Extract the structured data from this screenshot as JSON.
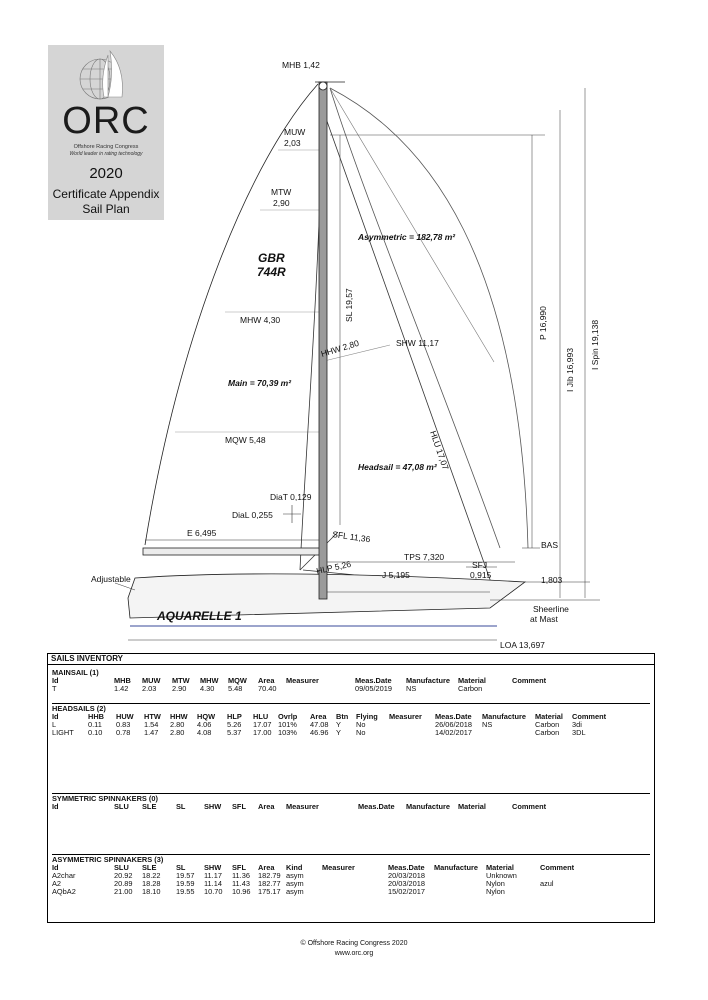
{
  "logo": {
    "brand": "ORC",
    "tagline": "Offshore Racing Congress",
    "slogan": "World leader in rating technology",
    "year": "2020",
    "appendix_line1": "Certificate Appendix",
    "appendix_line2": "Sail Plan"
  },
  "plan": {
    "mhb": "MHB 1,42",
    "muw": "MUW",
    "muw_val": "2,03",
    "mtw": "MTW",
    "mtw_val": "2,90",
    "mhw": "MHW 4,30",
    "mqw": "MQW 5,48",
    "sail_no_1": "GBR",
    "sail_no_2": "744R",
    "main_area": "Main = 70,39 m²",
    "asym_area": "Asymmetric = 182,78 m²",
    "head_area": "Headsail = 47,08 m²",
    "sl": "SL 19,57",
    "hhw": "HHW 2,80",
    "shw": "SHW 11,17",
    "hlu": "HLU 17,07",
    "p": "P 16,990",
    "i_jib": "I Jib 16,993",
    "i_spin": "I Spin 19,138",
    "diat": "DiaT 0,129",
    "dial": "DiaL 0,255",
    "e": "E 6,495",
    "sfl": "SFL 11,36",
    "tps": "TPS 7,320",
    "bas_label": "BAS",
    "bas_val": "1,803",
    "hlp": "HLP 5,26",
    "j": "J 5,195",
    "sfj_label": "SFJ",
    "sfj_val": "0,915",
    "adjustable": "Adjustable",
    "boat_name": "AQUARELLE 1",
    "sheerline1": "Sheerline",
    "sheerline2": "at Mast",
    "loa": "LOA 13,697"
  },
  "inventory": {
    "title": "SAILS INVENTORY",
    "mainsail": {
      "heading": "MAINSAIL (1)",
      "headers": [
        "Id",
        "MHB",
        "MUW",
        "MTW",
        "MHW",
        "MQW",
        "Area",
        "Measurer",
        "Meas.Date",
        "Manufacture",
        "Material",
        "Comment"
      ],
      "rows": [
        [
          "T",
          "1.42",
          "2.03",
          "2.90",
          "4.30",
          "5.48",
          "70.40",
          "",
          "09/05/2019",
          "NS",
          "Carbon",
          ""
        ]
      ]
    },
    "headsails": {
      "heading": "HEADSAILS (2)",
      "headers": [
        "Id",
        "HHB",
        "HUW",
        "HTW",
        "HHW",
        "HQW",
        "HLP",
        "HLU",
        "Ovrlp",
        "Area",
        "Btn",
        "Flying",
        "Measurer",
        "Meas.Date",
        "Manufacture",
        "Material",
        "Comment"
      ],
      "rows": [
        [
          "L",
          "0.11",
          "0.83",
          "1.54",
          "2.80",
          "4.06",
          "5.26",
          "17.07",
          "101%",
          "47.08",
          "Y",
          "No",
          "",
          "26/06/2018",
          "NS",
          "Carbon",
          "3di"
        ],
        [
          "LIGHT",
          "0.10",
          "0.78",
          "1.47",
          "2.80",
          "4.08",
          "5.37",
          "17.00",
          "103%",
          "46.96",
          "Y",
          "No",
          "",
          "14/02/2017",
          "",
          "Carbon",
          "3DL"
        ]
      ]
    },
    "symmetric": {
      "heading": "SYMMETRIC SPINNAKERS (0)",
      "headers": [
        "Id",
        "SLU",
        "SLE",
        "SL",
        "SHW",
        "SFL",
        "Area",
        "Measurer",
        "Meas.Date",
        "Manufacture",
        "Material",
        "Comment"
      ]
    },
    "asymmetric": {
      "heading": "ASYMMETRIC SPINNAKERS (3)",
      "headers": [
        "Id",
        "SLU",
        "SLE",
        "SL",
        "SHW",
        "SFL",
        "Area",
        "Kind",
        "Measurer",
        "Meas.Date",
        "Manufacture",
        "Material",
        "Comment"
      ],
      "rows": [
        [
          "A2char",
          "20.92",
          "18.22",
          "19.57",
          "11.17",
          "11.36",
          "182.79",
          "asym",
          "",
          "20/03/2018",
          "",
          "Unknown",
          ""
        ],
        [
          "A2",
          "20.89",
          "18.28",
          "19.59",
          "11.14",
          "11.43",
          "182.77",
          "asym",
          "",
          "20/03/2018",
          "",
          "Nylon",
          "azul"
        ],
        [
          "AQbA2",
          "21.00",
          "18.10",
          "19.55",
          "10.70",
          "10.96",
          "175.17",
          "asym",
          "",
          "15/02/2017",
          "",
          "Nylon",
          ""
        ]
      ]
    }
  },
  "footer": {
    "copyright": "© Offshore Racing Congress 2020",
    "url": "www.orc.org"
  }
}
